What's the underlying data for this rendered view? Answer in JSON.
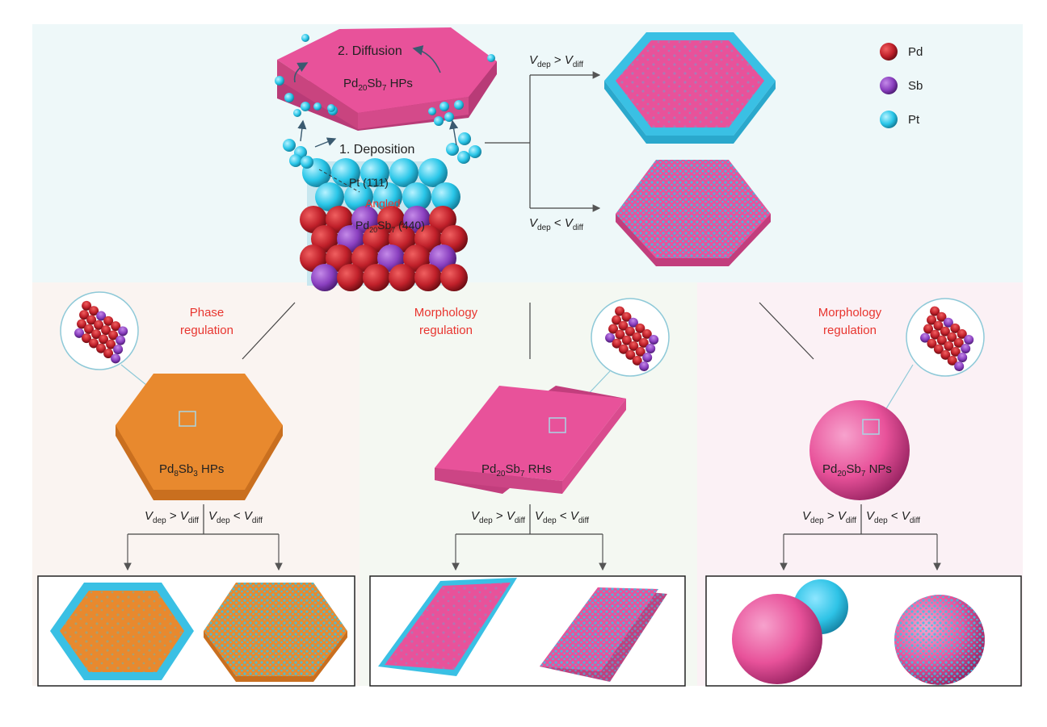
{
  "legend": {
    "items": [
      {
        "label": "Pd",
        "color": "#c0202a"
      },
      {
        "label": "Sb",
        "color": "#8a3fbf"
      },
      {
        "label": "Pt",
        "color": "#29c6e8"
      }
    ]
  },
  "top": {
    "diffusion": {
      "num": "2.",
      "word": "Diffusion"
    },
    "hp_label": {
      "a": "Pd",
      "b": "20",
      "c": "Sb",
      "d": "7",
      "e": " HPs"
    },
    "deposition": {
      "num": "1.",
      "word": "Deposition"
    },
    "pt_face": "Pt (1̄11)",
    "angled": "Angled",
    "pdsb_face": {
      "a": "Pd",
      "b": "20",
      "c": "Sb",
      "d": "7",
      "e": " (440)"
    }
  },
  "cond": {
    "V": "V",
    "dep": "dep",
    "diff": "diff",
    "gt": " > ",
    "lt": " < "
  },
  "panels": {
    "left": {
      "title1": "Phase",
      "title2": "regulation",
      "label": {
        "a": "Pd",
        "b": "8",
        "c": "Sb",
        "d": "3",
        "e": " HPs"
      }
    },
    "mid": {
      "title1": "Morphology",
      "title2": "regulation",
      "label": {
        "a": "Pd",
        "b": "20",
        "c": "Sb",
        "d": "7",
        "e": " RHs"
      }
    },
    "right": {
      "title1": "Morphology",
      "title2": "regulation",
      "label": {
        "a": "Pd",
        "b": "20",
        "c": "Sb",
        "d": "7",
        "e": " NPs"
      }
    }
  },
  "colors": {
    "pink": "#e8529a",
    "orange": "#e8892e",
    "cyan": "#2ec3e6",
    "pd": "#c0202a",
    "sb": "#8a3fbf"
  }
}
